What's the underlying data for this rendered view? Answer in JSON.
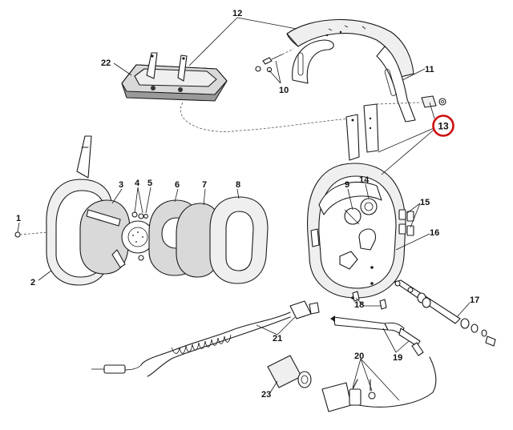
{
  "diagram": {
    "highlight_color": "#cc1111",
    "highlighted_callout": "13",
    "callouts": {
      "c1": "1",
      "c2": "2",
      "c3": "3",
      "c4": "4",
      "c5": "5",
      "c6": "6",
      "c7": "7",
      "c8": "8",
      "c9": "9",
      "c10": "10",
      "c11": "11",
      "c12": "12",
      "c13": "13",
      "c14": "14",
      "c15": "15",
      "c16": "16",
      "c17": "17",
      "c18": "18",
      "c19": "19",
      "c20": "20",
      "c21": "21",
      "c22": "22",
      "c23": "23"
    }
  }
}
